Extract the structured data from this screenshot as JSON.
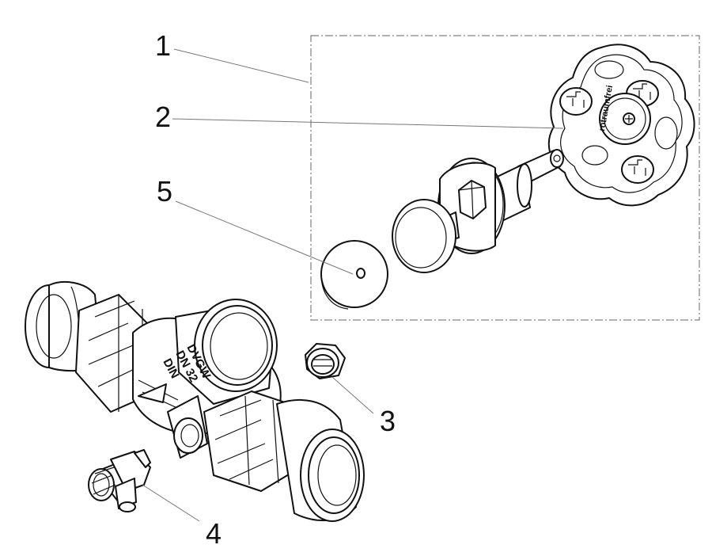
{
  "callouts": [
    {
      "id": "1",
      "label": "1"
    },
    {
      "id": "2",
      "label": "2"
    },
    {
      "id": "3",
      "label": "3"
    },
    {
      "id": "4",
      "label": "4"
    },
    {
      "id": "5",
      "label": "5"
    }
  ],
  "engravings": {
    "knob_text": "rotraumfrei",
    "body_line1": "DN 32",
    "body_line2": "DIN",
    "body_line3": "DVGW"
  },
  "colors": {
    "line": "#111111",
    "leader": "#777777",
    "background": "#ffffff"
  }
}
